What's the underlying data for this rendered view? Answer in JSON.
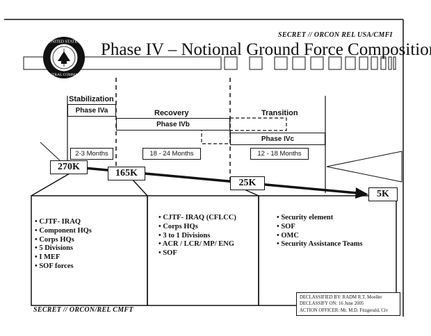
{
  "slide": {
    "title": "Phase IV – Notional Ground Force Composition",
    "classification_top": "SECRET // ORCON REL USA/CMFI",
    "classification_bottom": "SECRET // ORCON/REL CMFT"
  },
  "logo": {
    "top_text": "UNITED STATES",
    "bottom_text": "CENTRAL COMMAND",
    "icon": "central-command-seal-icon"
  },
  "phases": {
    "stabilization": {
      "heading": "Stabilization",
      "box": "Phase IVa",
      "duration": "2-3 Months"
    },
    "recovery": {
      "heading": "Recovery",
      "box": "Phase IVb",
      "duration": "18 - 24 Months"
    },
    "transition": {
      "heading": "Transition",
      "box": "Phase IVc",
      "duration": "12 - 18 Months"
    }
  },
  "force_levels": [
    "270K",
    "165K",
    "25K",
    "5K"
  ],
  "columns": [
    {
      "items": [
        "CJTF- IRAQ",
        "Component HQs",
        "Corps HQs",
        "5 Divisions",
        "I MEF",
        "SOF forces"
      ]
    },
    {
      "items": [
        "CJTF- IRAQ (CFLCC)",
        "Corps HQs",
        "3 to 1 Divisions",
        "ACR / LCR/ MP/ ENG",
        "SOF"
      ]
    },
    {
      "items": [
        "Security element",
        "SOF",
        "OMC",
        "Security Assistance Teams"
      ]
    }
  ],
  "declassification": {
    "by": "DECLASSIFIED BY:  RADM R.T. Moeller",
    "on": "DECLASSIFY ON: 16 June 2005",
    "officer": "ACTION OFFICER: Mr. M.D. Fitzgerald, Civ"
  },
  "colors": {
    "ink": "#111111",
    "background": "#ffffff"
  }
}
